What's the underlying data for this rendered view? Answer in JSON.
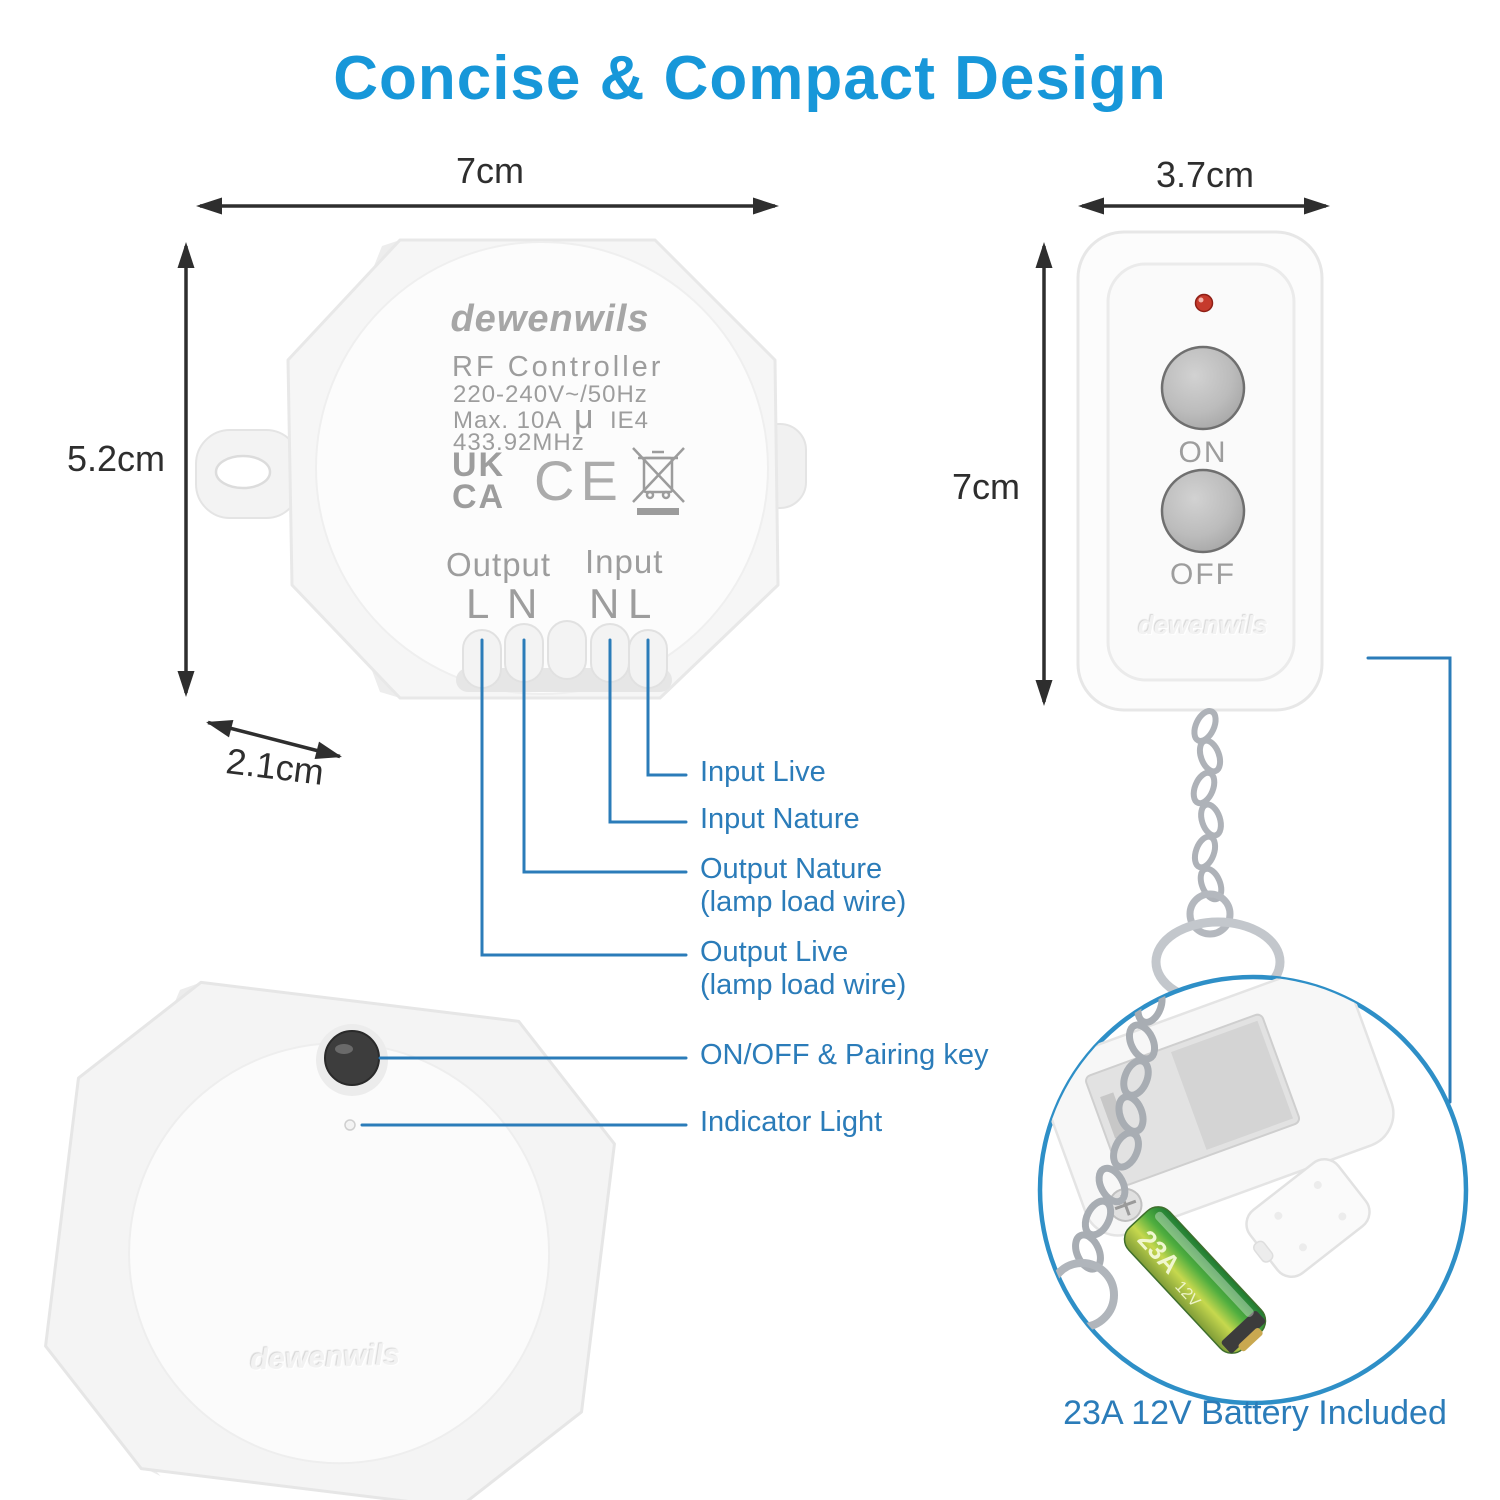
{
  "title": "Concise & Compact Design",
  "colors": {
    "title_blue": "#1797d9",
    "callout_blue": "#2b7cb9",
    "inset_circle_blue": "#2e8fc7",
    "dimension_arrow_dark": "#2e2e2e",
    "engraved_gray": "#9d9d9d",
    "led_red": "#c63a2c",
    "battery_green": "#4fae3f"
  },
  "dimensions": {
    "controller_width": "7cm",
    "controller_height": "5.2cm",
    "controller_depth": "2.1cm",
    "remote_width": "3.7cm",
    "remote_height": "7cm"
  },
  "controller_front": {
    "brand": "dewenwils",
    "product": "RF Controller",
    "voltage": "220-240V~/50Hz",
    "max_current": "Max. 10A",
    "mu_symbol": "μ",
    "ie_rating": "IE4",
    "frequency": "433.92MHz",
    "cert_ukca_line1": "UK",
    "cert_ukca_line2": "CA",
    "cert_ce": "CE",
    "cert_weee_icon": "crossed-out-wheelie-bin-icon",
    "output_label": "Output",
    "input_label": "Input",
    "output_terminals": [
      "L",
      "N"
    ],
    "input_terminals": [
      "N",
      "L"
    ]
  },
  "controller_back": {
    "brand": "dewenwils"
  },
  "remote": {
    "on_label": "ON",
    "off_label": "OFF",
    "brand": "dewenwils",
    "led": "red-indicator-led"
  },
  "callouts": {
    "input_live": "Input Live",
    "input_nature": "Input Nature",
    "output_nature": "Output Nature",
    "output_nature_sub": "(lamp load wire)",
    "output_live": "Output Live",
    "output_live_sub": "(lamp load wire)",
    "pairing_key": "ON/OFF & Pairing key",
    "indicator": "Indicator Light"
  },
  "battery_inset": {
    "caption": "23A 12V Battery Included",
    "battery_label": "23A",
    "battery_voltage": "12V"
  }
}
